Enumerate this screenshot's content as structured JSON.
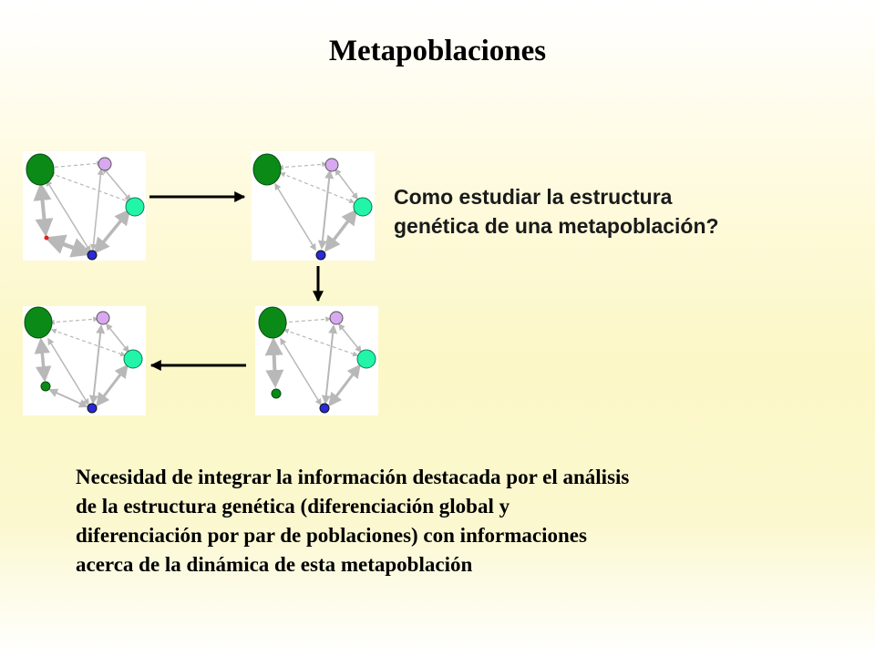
{
  "title": "Metapoblaciones",
  "question": {
    "line1": "Como estudiar la estructura",
    "line2": "genética de una metapoblación?"
  },
  "body": {
    "line1": "Necesidad de integrar la información destacada por el análisis",
    "line2": "de la estructura genética (diferenciación global y",
    "line3": "diferenciación por par de poblaciones) con informaciones",
    "line4": "acerca de la dinámica de esta metapoblación"
  },
  "colors": {
    "dark_green": "#0b8a17",
    "lavender": "#d8a8f0",
    "aqua": "#22f5a8",
    "blue": "#2a2ad8",
    "red": "#e02020",
    "arrow_gray": "#b8b8b8",
    "flow_arrow": "#000000"
  }
}
